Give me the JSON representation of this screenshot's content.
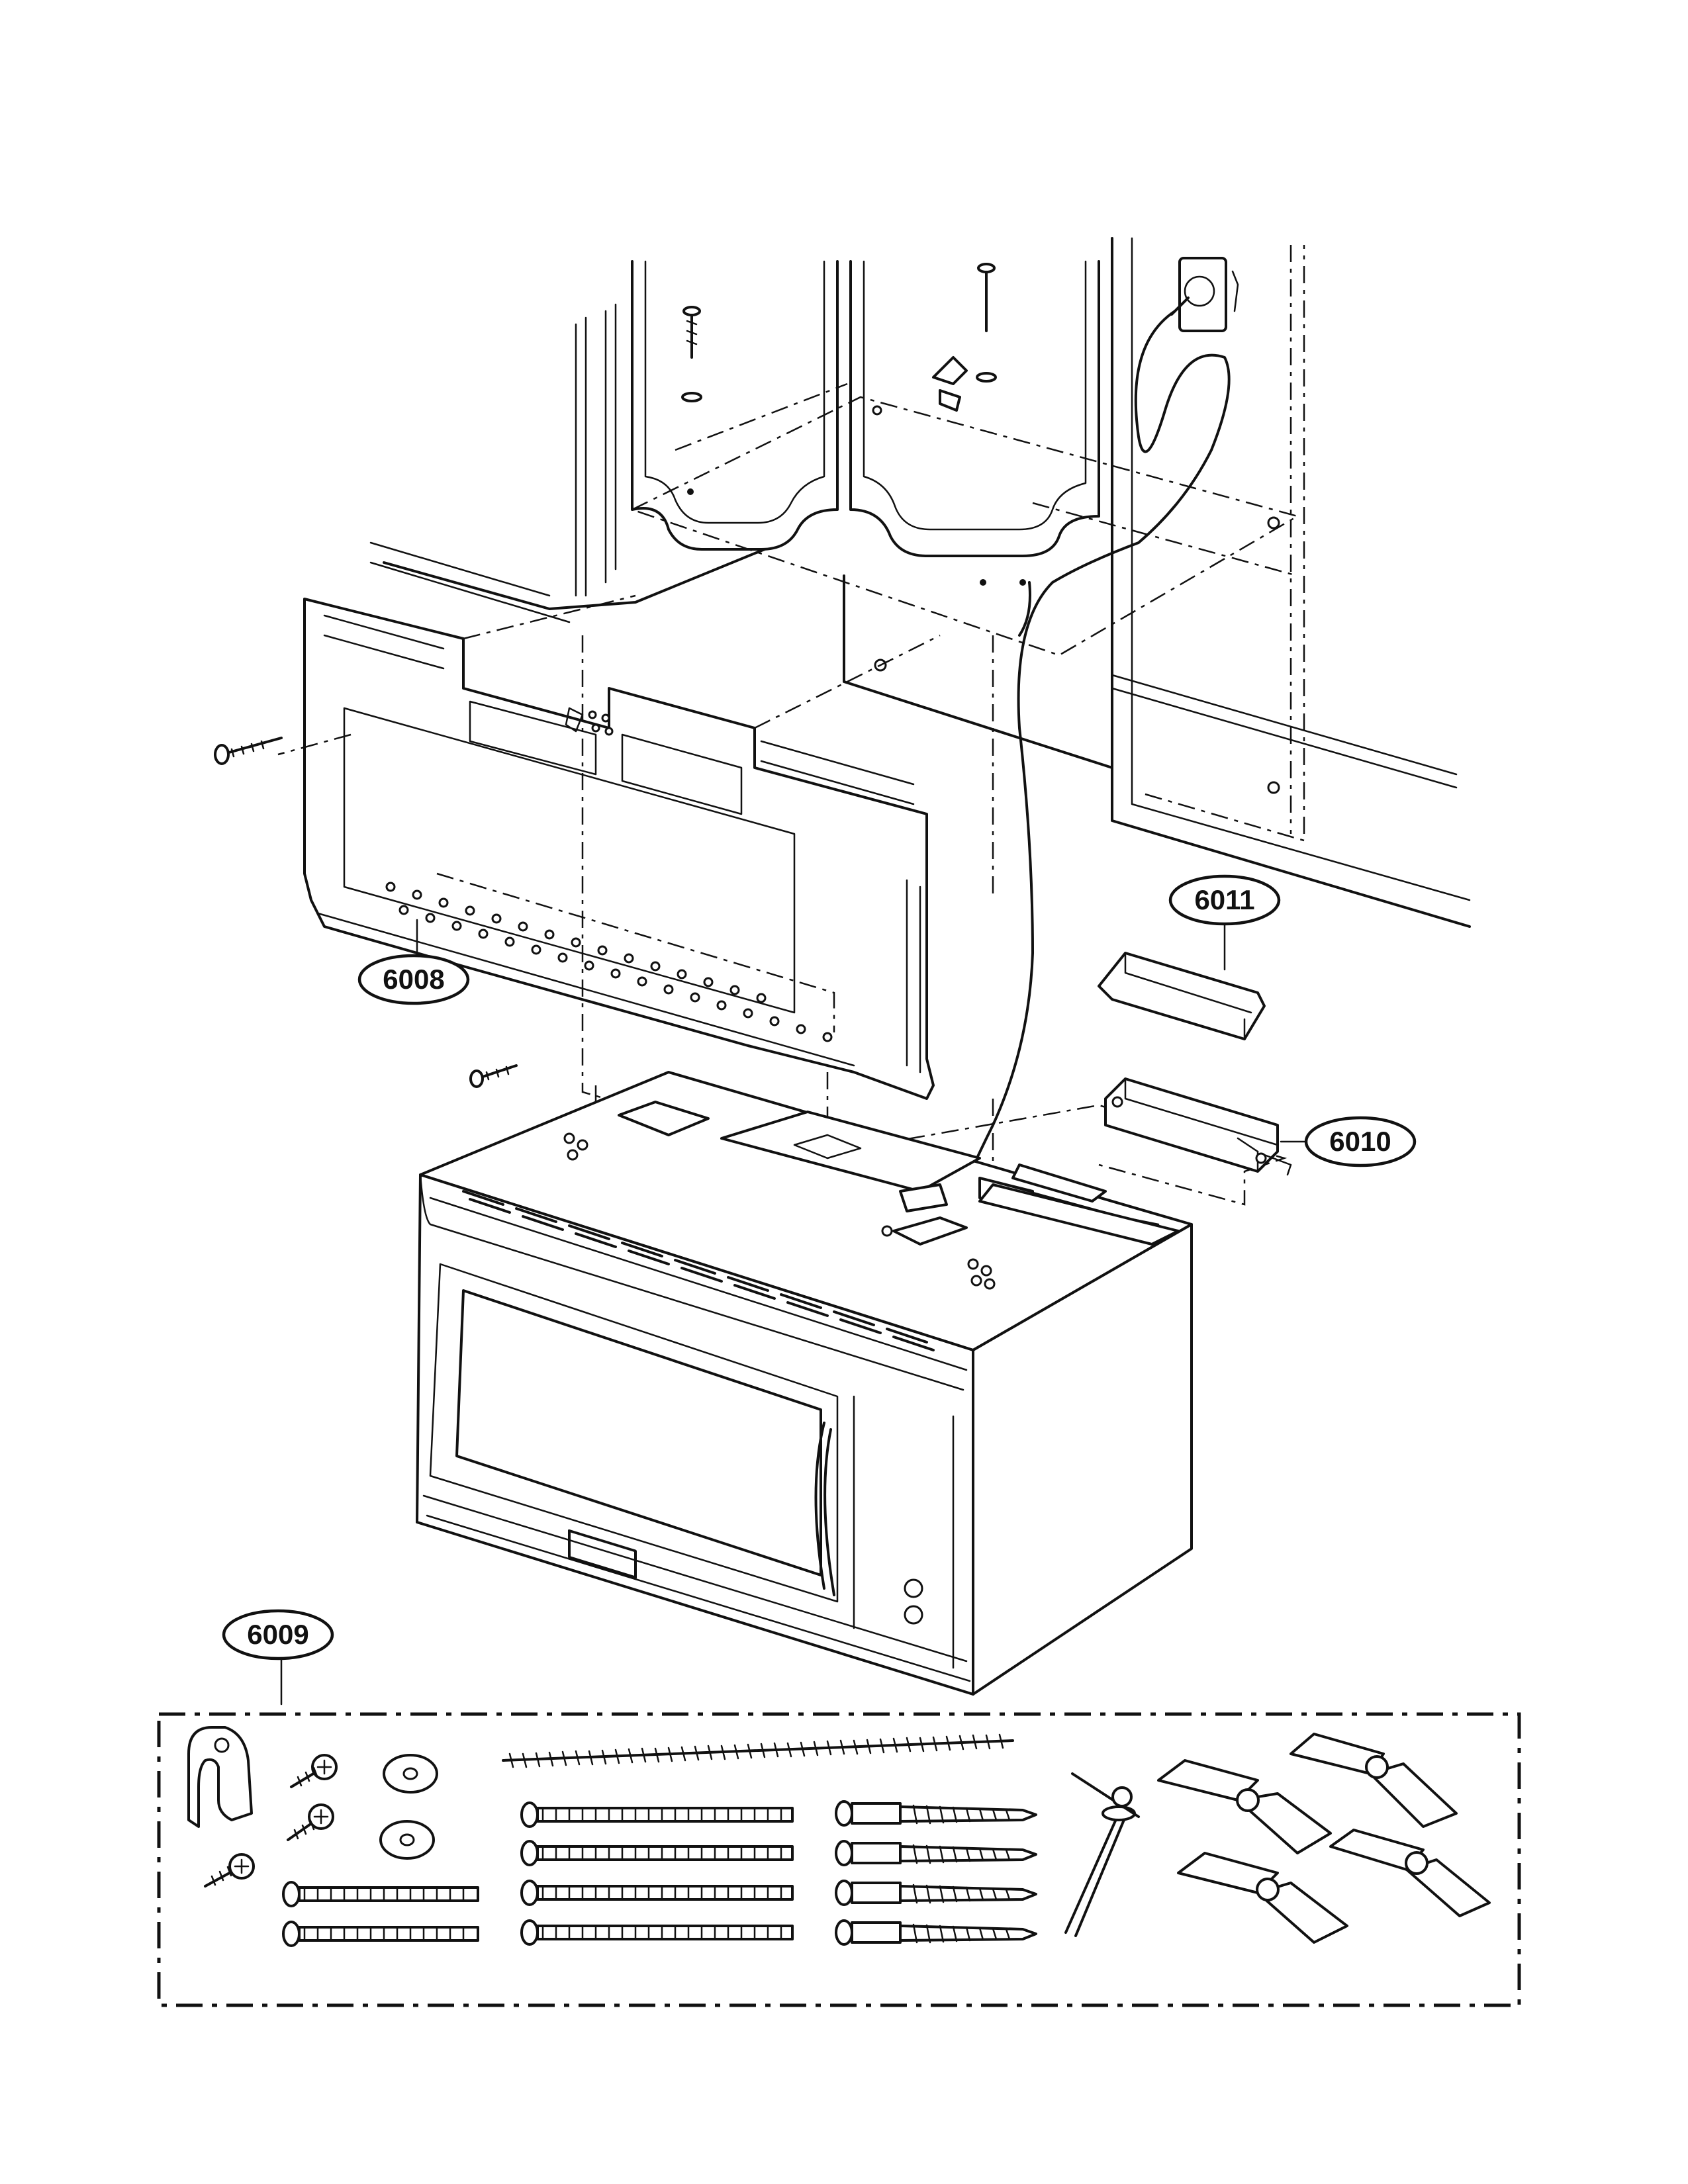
{
  "callouts": {
    "c6008": "6008",
    "c6009": "6009",
    "c6010": "6010",
    "c6011": "6011"
  },
  "icons": [
    "screw-icon",
    "bolt-icon",
    "washer-icon",
    "toggle-bolt-icon",
    "cable-clamp-icon",
    "wood-screw-icon",
    "wing-anchor-icon"
  ]
}
